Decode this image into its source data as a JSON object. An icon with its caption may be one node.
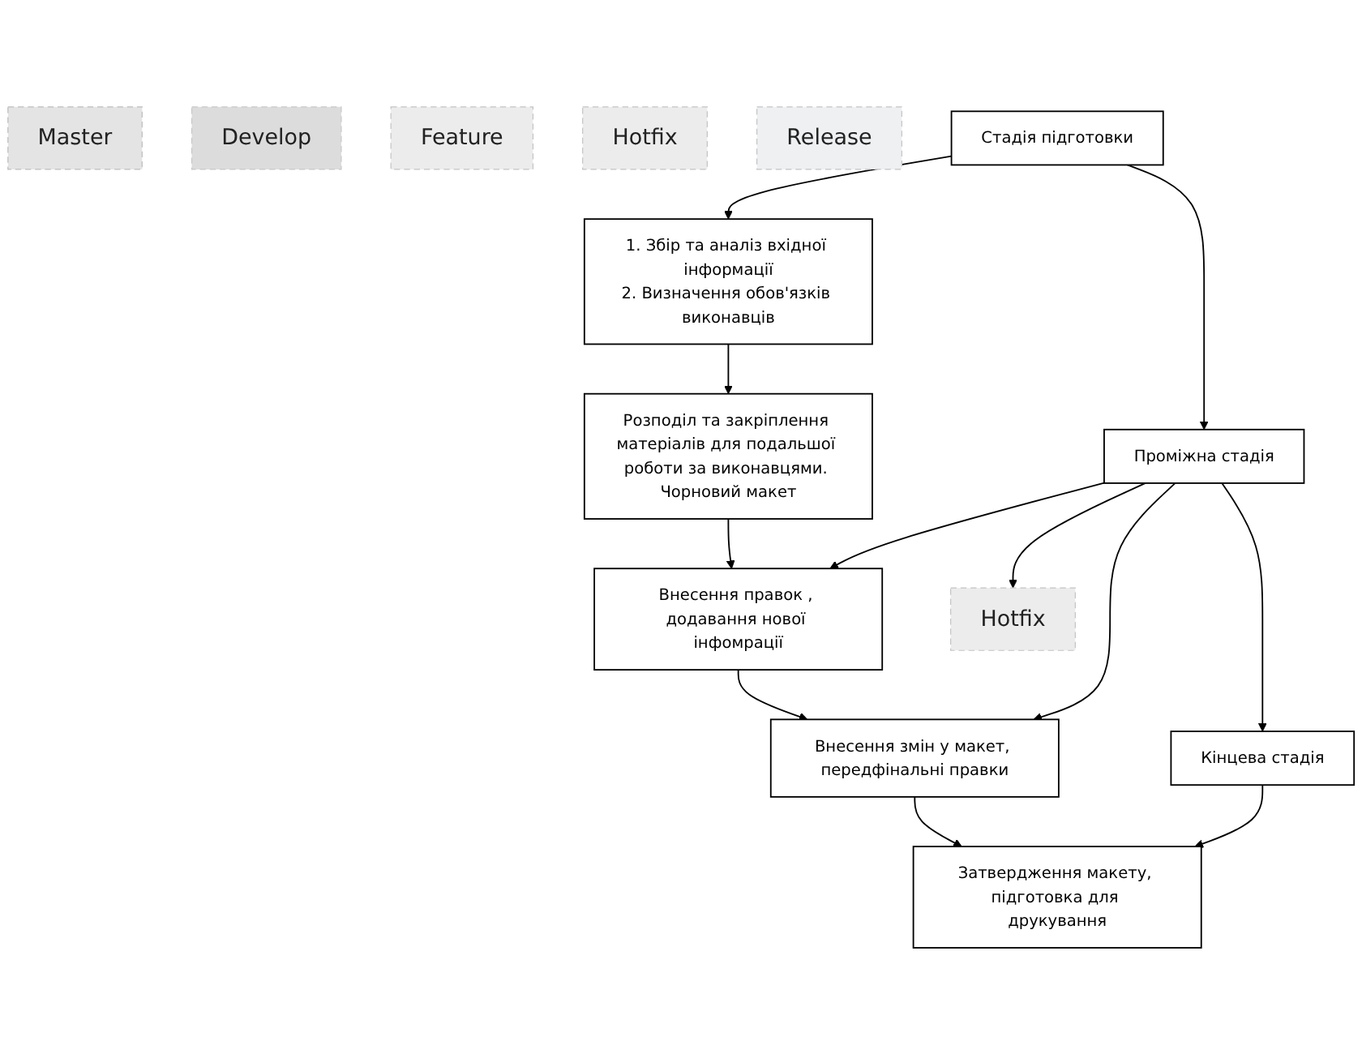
{
  "diagram": {
    "nodes": [
      {
        "text": [
          "Master"
        ]
      },
      {
        "text": [
          "Develop"
        ]
      },
      {
        "text": [
          "Feature"
        ]
      },
      {
        "text": [
          "Hotfix"
        ]
      },
      {
        "text": [
          "Hotfix"
        ]
      },
      {
        "text": [
          "Release"
        ]
      },
      {
        "text": [
          "Стадія підготовки"
        ]
      },
      {
        "text": [
          "Проміжна стадія"
        ]
      },
      {
        "text": [
          "Кінцева стадія"
        ]
      },
      {
        "text": [
          "1. Збір та аналіз вхідної інформації",
          "2. Визначення обов'язків виконавців"
        ]
      },
      {
        "text": [
          "Розподіл та закріплення матеріалів для подальшої роботи за виконавцями. Чорновий макет"
        ]
      },
      {
        "text": [
          "Внесення правок , додавання нової інфомрації"
        ]
      },
      {
        "text": [
          "Внесення змін у макет, передфінальні правки"
        ]
      },
      {
        "text": [
          "Затвердження макету, підготовка для друкування"
        ]
      }
    ],
    "edges": [
      {
        "from": 6,
        "to": 9,
        "arrow": "to"
      },
      {
        "from": 9,
        "to": 10,
        "arrow": "to"
      },
      {
        "from": 6,
        "to": 7,
        "arrow": "to"
      },
      {
        "from": 10,
        "to": 11,
        "arrow": "to"
      },
      {
        "from": 7,
        "to": 11,
        "arrow": "to"
      },
      {
        "from": 7,
        "to": 3,
        "arrow": "to"
      },
      {
        "from": 7,
        "to": 12,
        "arrow": "to"
      },
      {
        "from": 11,
        "to": 12,
        "arrow": "to"
      },
      {
        "from": 7,
        "to": 8,
        "arrow": "to"
      },
      {
        "from": 12,
        "to": 13,
        "arrow": "to"
      },
      {
        "from": 8,
        "to": 13,
        "arrow": "to"
      }
    ]
  }
}
